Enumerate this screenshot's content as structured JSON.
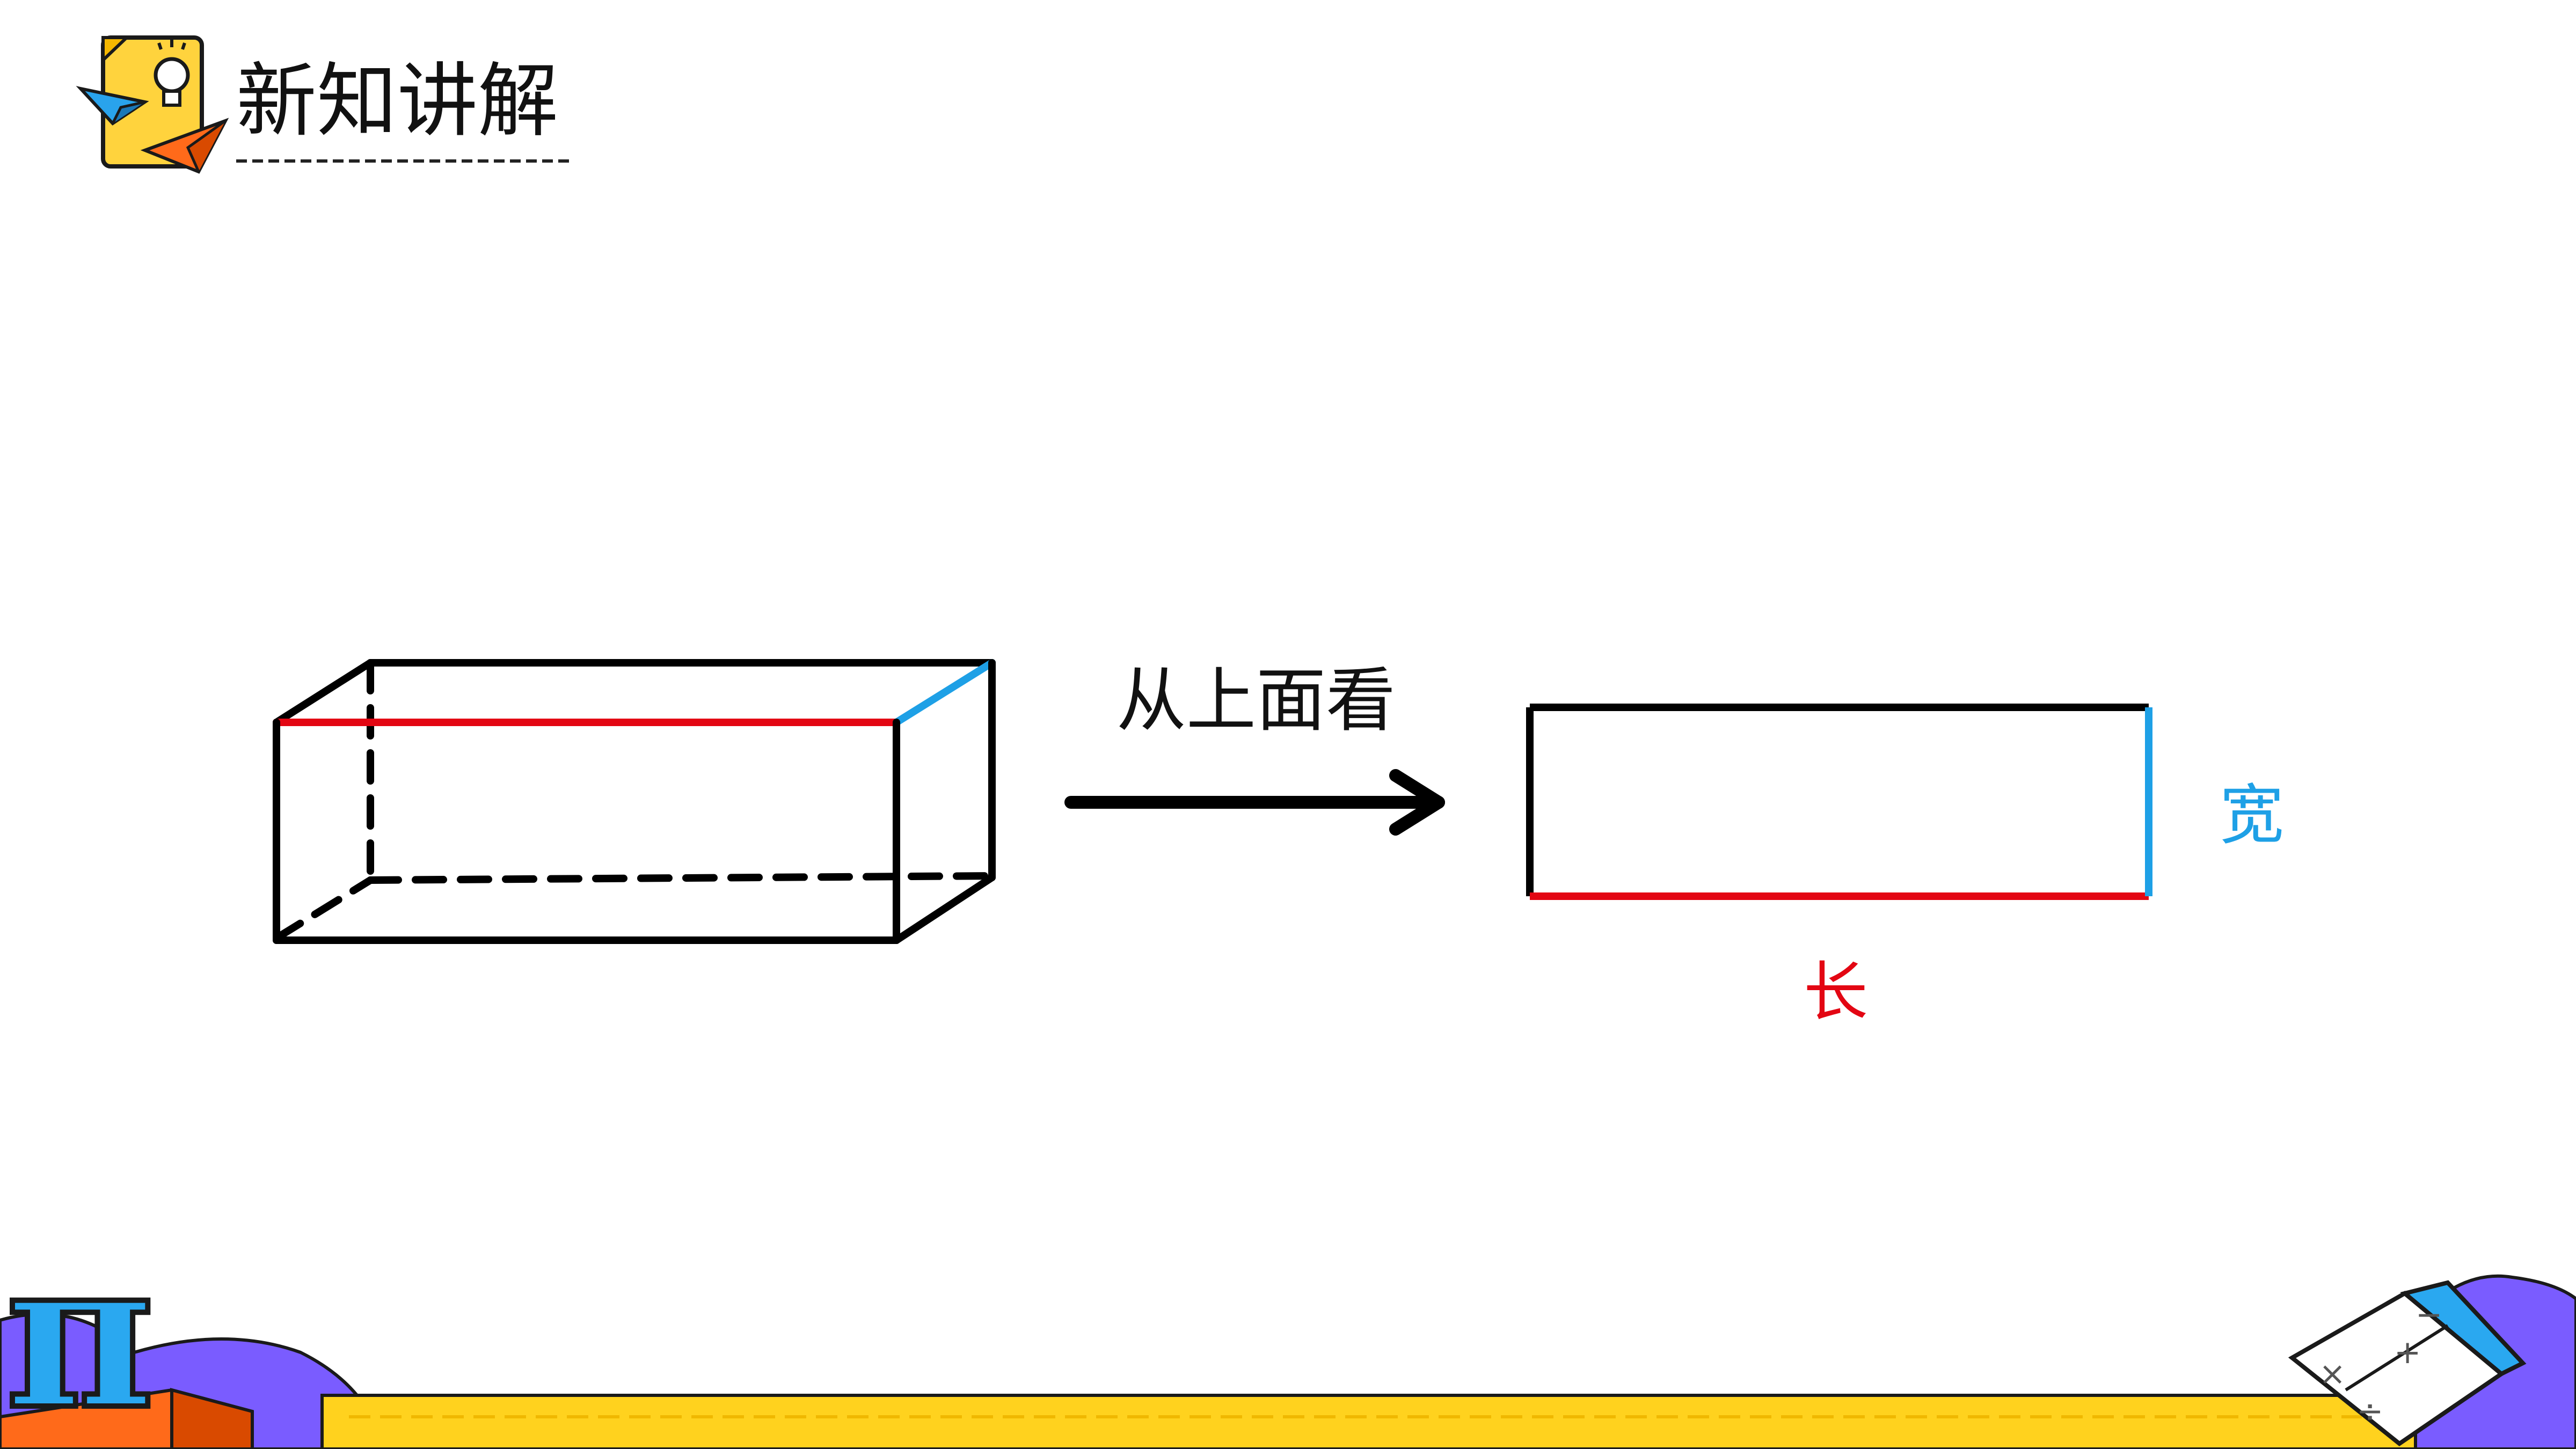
{
  "header": {
    "title": "新知讲解",
    "icon": "lightbulb-note-icon"
  },
  "diagram": {
    "arrow_label": "从上面看",
    "length_label": "长",
    "width_label": "宽",
    "colors": {
      "length": "#e30613",
      "width": "#1ea0e6",
      "edge": "#000000"
    }
  },
  "decor": {
    "pi_symbol": "π",
    "book_icon": "math-book-icon",
    "accent_yellow": "#ffd21e",
    "accent_purple": "#7a5cff",
    "accent_orange": "#ff6a1a"
  }
}
